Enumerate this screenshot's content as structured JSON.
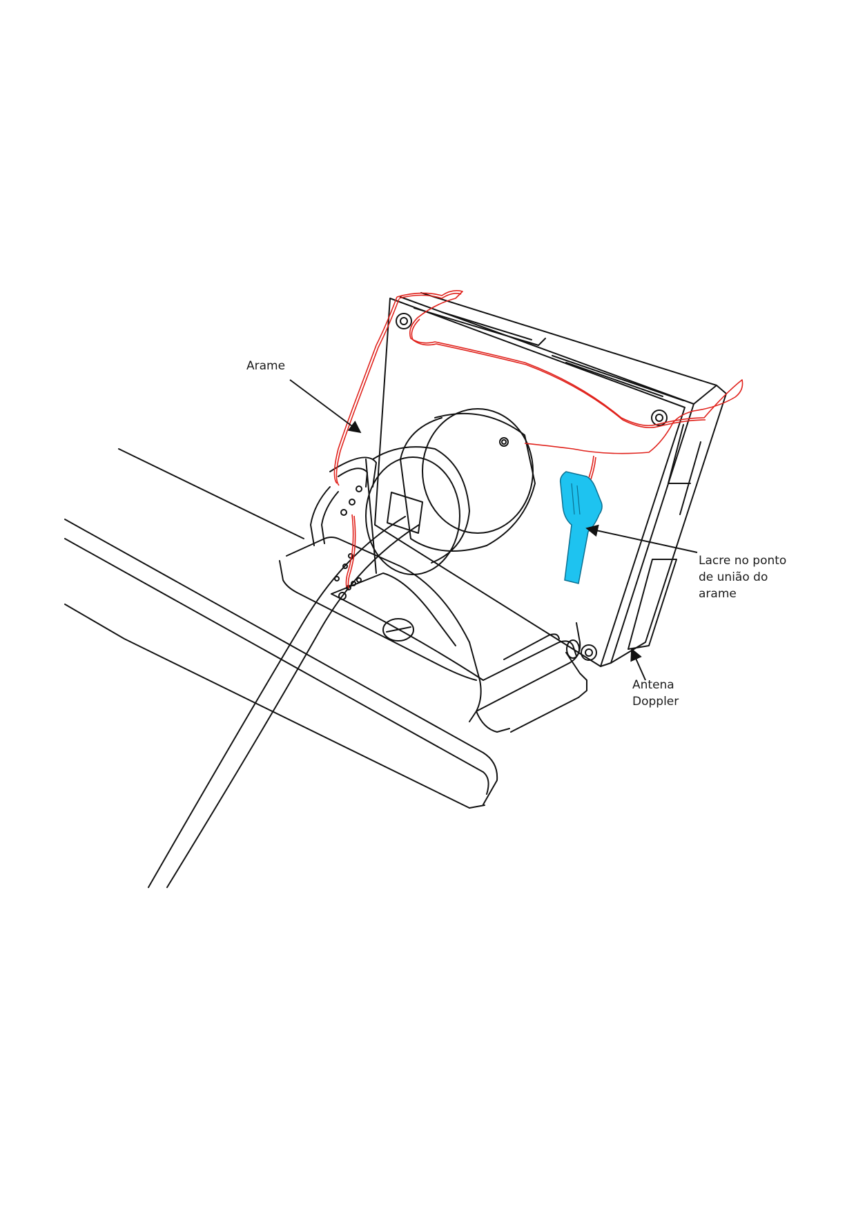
{
  "labels": {
    "wire": "Arame",
    "seal": [
      "Lacre no ponto",
      "de união do",
      "arame"
    ],
    "antenna": [
      "Antena",
      "Doppler"
    ]
  },
  "colors": {
    "wire": "#e0211b",
    "seal": "#1ec3f0",
    "lines": "#111111"
  }
}
